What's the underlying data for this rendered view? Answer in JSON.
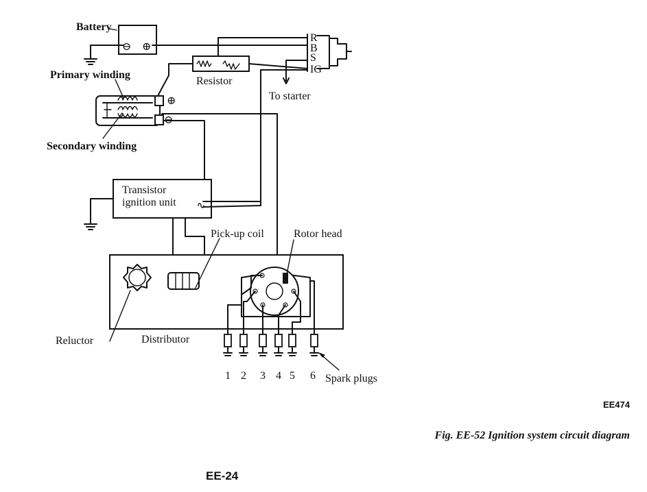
{
  "labels": {
    "battery": "Battery",
    "battery_neg": "⊖",
    "battery_pos": "⊕",
    "primary_winding": "Primary winding",
    "secondary_winding": "Secondary winding",
    "resistor": "Resistor",
    "to_starter": "To starter",
    "coil_pos": "⊕",
    "coil_neg": "⊖",
    "switch_r": "R",
    "switch_b": "B",
    "switch_s": "S",
    "switch_ig": "IG",
    "transistor_line1": "Transistor",
    "transistor_line2": "ignition unit",
    "pickup_coil": "Pick-up coil",
    "rotor_head": "Rotor head",
    "reluctor": "Reluctor",
    "distributor": "Distributor",
    "spark_plugs": "Spark plugs"
  },
  "plug_numbers": [
    "1",
    "2",
    "3",
    "4",
    "5",
    "6"
  ],
  "figure_code": "EE474",
  "caption": "Fig. EE-52  Ignition system circuit diagram",
  "page_number": "EE-24"
}
